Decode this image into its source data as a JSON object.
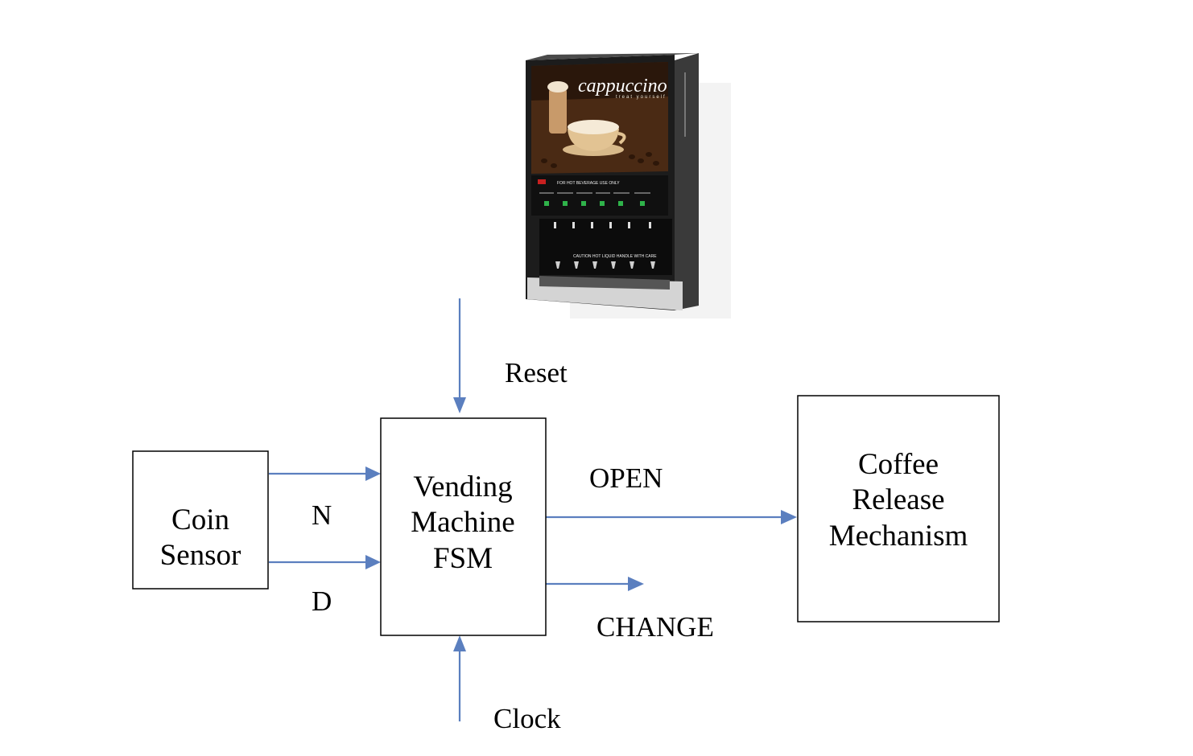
{
  "photo": {
    "name": "cappuccino",
    "tagline": "treat yourself",
    "panel_text": "FOR HOT BEVERAGE USE ONLY",
    "caution_text": "CAUTION HOT LIQUID HANDLE WITH CARE"
  },
  "blocks": {
    "coin_sensor": [
      "Coin",
      "Sensor"
    ],
    "fsm": [
      "Vending",
      "Machine",
      "FSM"
    ],
    "coffee_release": [
      "Coffee",
      "Release",
      "Mechanism"
    ]
  },
  "signals": {
    "reset": "Reset",
    "clock": "Clock",
    "n": "N",
    "d": "D",
    "open": "OPEN",
    "change": "CHANGE"
  },
  "colors": {
    "arrow": "#5b7fbf",
    "block_border": "#000000",
    "background": "#ffffff"
  }
}
